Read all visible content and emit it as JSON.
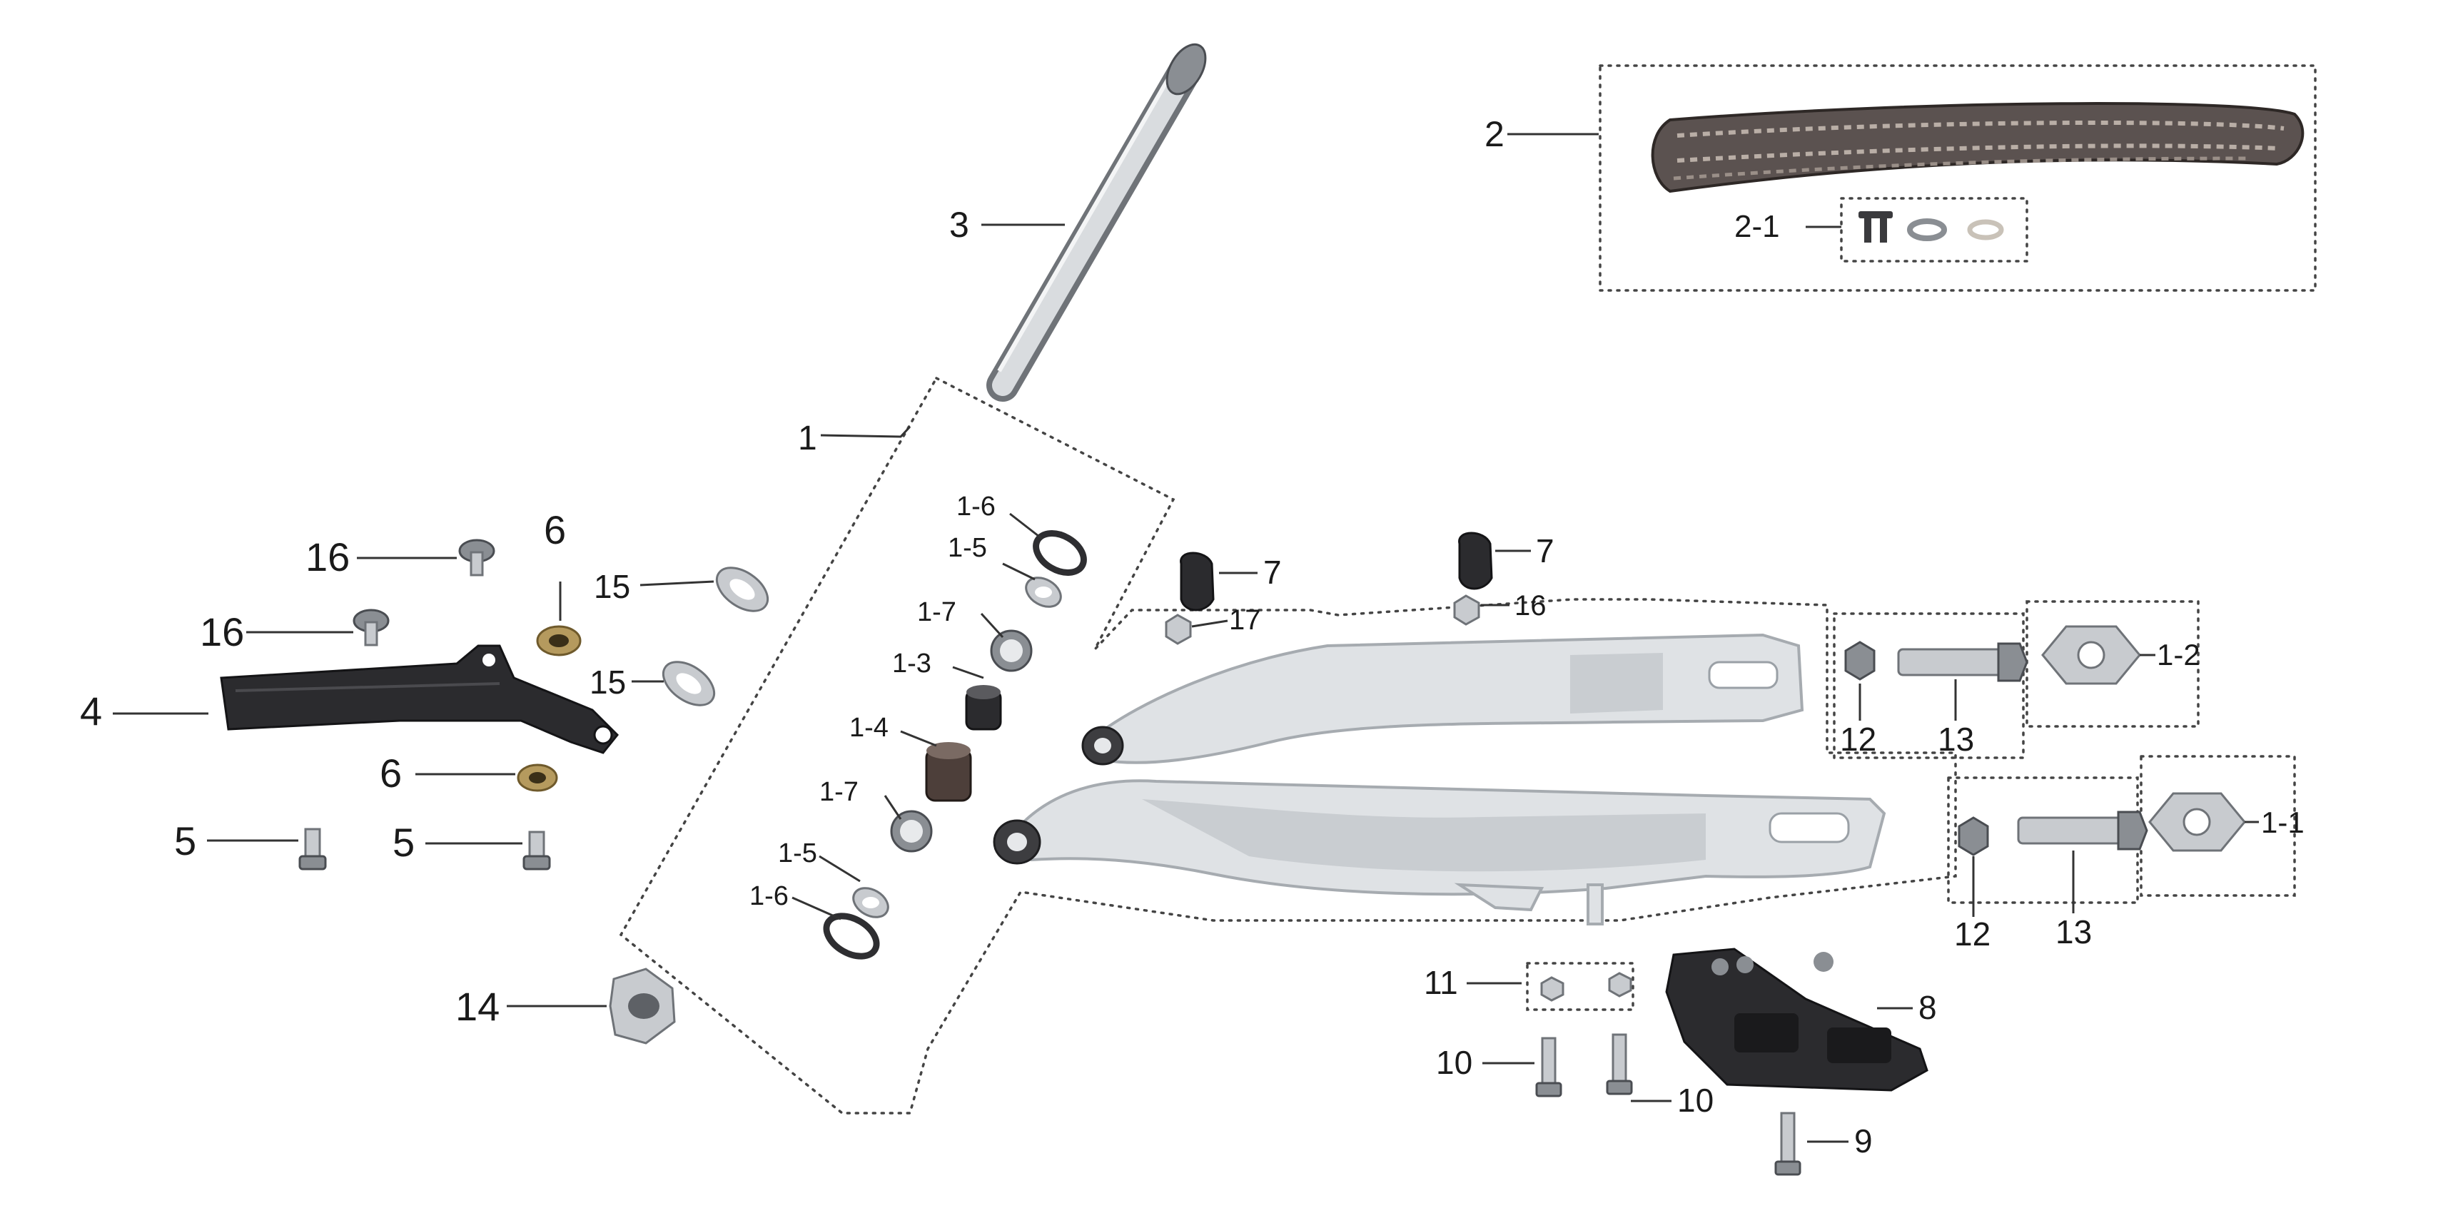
{
  "callouts": {
    "c1": "1",
    "c2": "2",
    "c2_1": "2-1",
    "c3": "3",
    "c4": "4",
    "c5a": "5",
    "c5b": "5",
    "c6a": "6",
    "c6b": "6",
    "c7a": "7",
    "c7b": "7",
    "c8": "8",
    "c9": "9",
    "c10a": "10",
    "c10b": "10",
    "c11": "11",
    "c12a": "12",
    "c12b": "12",
    "c13a": "13",
    "c13b": "13",
    "c14": "14",
    "c15a": "15",
    "c15b": "15",
    "c16a": "16",
    "c16b": "16",
    "c16c": "16",
    "c17": "17",
    "c1_1": "1-1",
    "c1_2": "1-2",
    "c1_3": "1-3",
    "c1_4": "1-4",
    "c1_5a": "1-5",
    "c1_5b": "1-5",
    "c1_6a": "1-6",
    "c1_6b": "1-6",
    "c1_7a": "1-7",
    "c1_7b": "1-7"
  },
  "colors": {
    "line": "#333333",
    "metal": "#c8cbcf",
    "plastic": "#2b2b2e",
    "aluminium": "#dfe2e5"
  }
}
